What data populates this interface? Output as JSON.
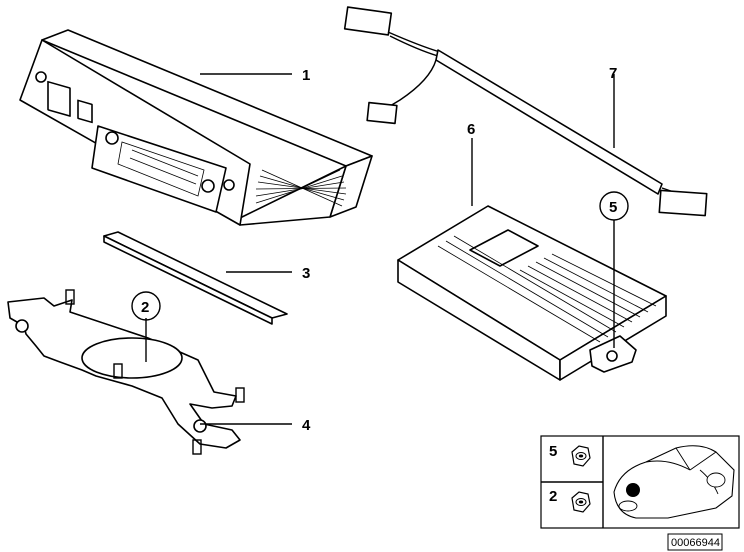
{
  "parts": [
    {
      "label": "1"
    },
    {
      "label": "2"
    },
    {
      "label": "3"
    },
    {
      "label": "4"
    },
    {
      "label": "5"
    },
    {
      "label": "6"
    },
    {
      "label": "7"
    }
  ],
  "legend": {
    "rows": [
      {
        "label": "5",
        "icon": "hex-nut-icon"
      },
      {
        "label": "2",
        "icon": "hex-nut-icon"
      }
    ],
    "locator_icon": "car-location-icon"
  },
  "doc_id": "00066944"
}
